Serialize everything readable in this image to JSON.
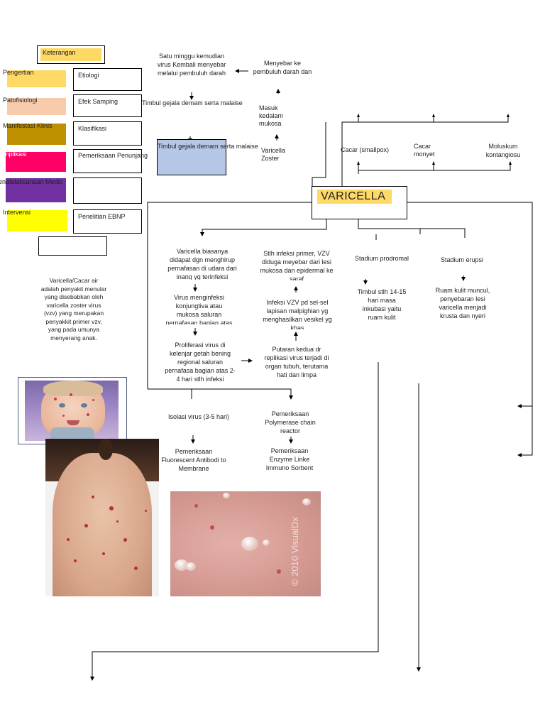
{
  "legend": {
    "title": "Keterangan",
    "color_items": [
      {
        "label": "Pengertian",
        "color": "#FFD966"
      },
      {
        "label": "Patofisiologi",
        "color": "#F8CBAD"
      },
      {
        "label": "Manifestasi Klinis",
        "color": "#BF9000"
      },
      {
        "label": "Komplikasi",
        "color": "#FF0066"
      },
      {
        "label": "Penatalaksanaan Medis",
        "color": "#7030A0"
      },
      {
        "label": "Intervensi",
        "color": "#FFFF00"
      }
    ],
    "box_items": [
      "Etiologi",
      "Efek Samping",
      "Klasifikasi",
      "Pemeriksaan Penunjang",
      "",
      "Penelitian EBNP"
    ]
  },
  "definition": "Varicella/Cacar air adalah penyakit menular yang disebabkan oleh varicella zoster virus (vzv) yang merupakan penyakkit primer vzv, yang pada umunya menyerang anak.",
  "central": {
    "title": "VARICELLA"
  },
  "top": {
    "satu_minggu": "Satu minggu kemudian virus Kembali menyebar melalui pembuluh darah",
    "menyebar": "Menyebar ke pembuluh darah dan",
    "timbul1": "Timbul gejala demam serta malaise",
    "masuk": "Masuk kedalam mukosa",
    "timbul2": "Timbul gejala demam serta malaise",
    "varicella_zoster": "Varicella Zoster"
  },
  "classification": {
    "cacar_smallpox": "Cacar (smallpox)",
    "cacar_monyet": "Cacar monyet",
    "moluskum": "Moluskum kontangiosu"
  },
  "pathophysiology": {
    "v1": "Varicella biasanya didapat dgn menghirup pernafasan di udara dari inang yg terinfeksi",
    "v2": "Virus menginfeksi konjungtiva atau mukosa saluran pernafasan bagian atas",
    "v3": "Proliferasi virus di kelenjar getah bening regional saluran pernafasa bagian atas 2- 4 hari stlh infeksi",
    "s1": "Stlh infeksi primer, VZV diduga meyebar dari lesi mukosa dan epidermal ke saraf",
    "s2": "Infeksi VZV pd sel-sel lapisan malpighian yg menghasilkan vesikel yg khas",
    "s3": "Putaran kedua dr replikasi virus terjadi di organ tubuh, terutama hati dan limpa"
  },
  "manifestations": {
    "prodromal": "Stadium prodromal",
    "prodromal_desc": "Timbul stlh 14-15 hari masa inkubasi yaitu ruam kulit",
    "erupsi": "Stadium erupsi",
    "erupsi_desc": "Ruam kulit muncul, penyebaran lesi varicella menjadi krusta dan nyeri"
  },
  "tests": {
    "isolasi": "Isolasi virus (3-5 hari)",
    "fluorescent": "Pemeriksaan Fluorescent Antibodi to Membrane",
    "pcr": "Pemeriksaan Polymerase chain reactor",
    "elisa": "Pemeriksaan Enzyme Linke Immuno Sorbent"
  },
  "photos": {
    "watermark": "© 2010 VisualDx"
  }
}
